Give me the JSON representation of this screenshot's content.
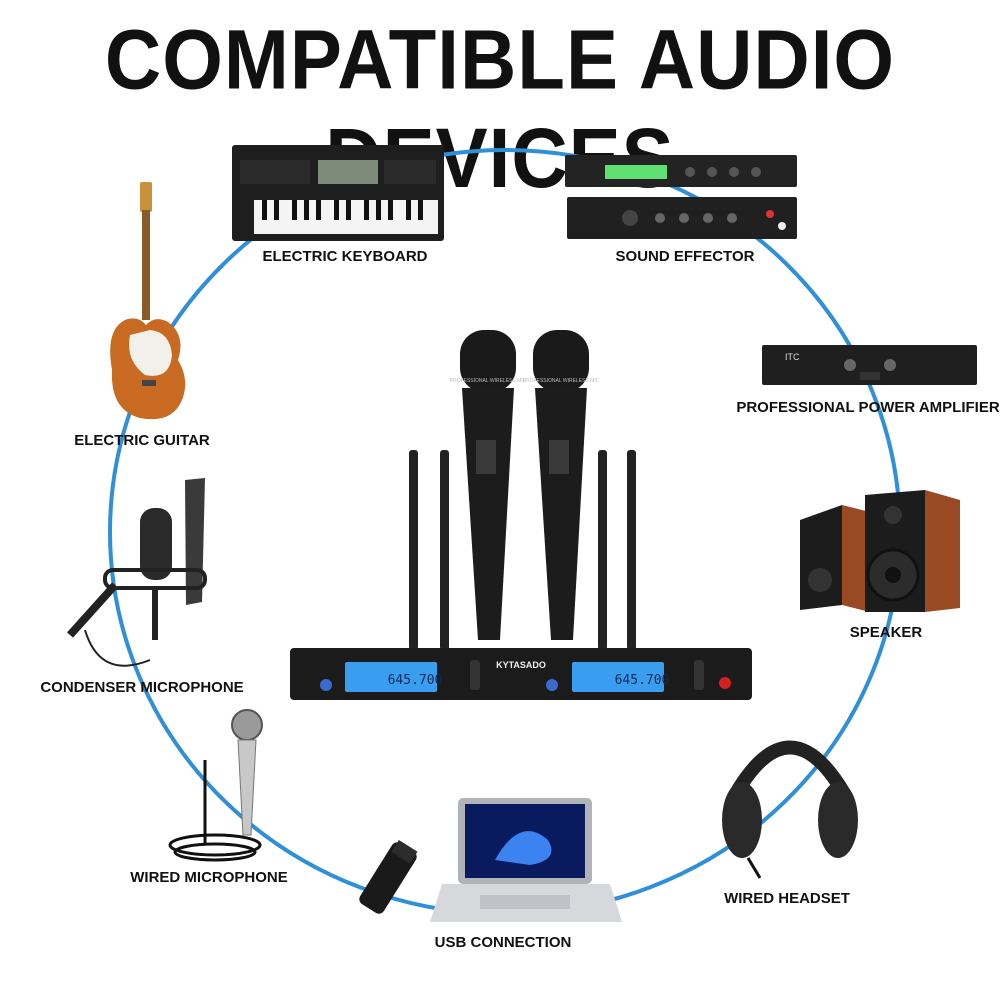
{
  "title": "COMPATIBLE AUDIO DEVICES",
  "colors": {
    "ring": "#2f8fd8",
    "body": "#1b1b1b",
    "lcd": "#3a9ef0",
    "wood": "#9a4a22"
  },
  "devices": [
    {
      "id": "keyboard",
      "label": "ELECTRIC KEYBOARD"
    },
    {
      "id": "effector",
      "label": "SOUND EFFECTOR"
    },
    {
      "id": "amplifier",
      "label": "PROFESSIONAL POWER AMPLIFIER"
    },
    {
      "id": "speaker",
      "label": "SPEAKER"
    },
    {
      "id": "headset",
      "label": "WIRED HEADSET"
    },
    {
      "id": "usb",
      "label": "USB CONNECTION"
    },
    {
      "id": "wired_mic",
      "label": "WIRED MICROPHONE"
    },
    {
      "id": "condenser",
      "label": "CONDENSER MICROPHONE"
    },
    {
      "id": "guitar",
      "label": "ELECTRIC GUITAR"
    }
  ],
  "receiver": {
    "brand": "KYTASADO",
    "freq_a": "645.700",
    "freq_b": "645.700",
    "mic_text": "PROFESSIONAL WIRELESS MIC"
  }
}
